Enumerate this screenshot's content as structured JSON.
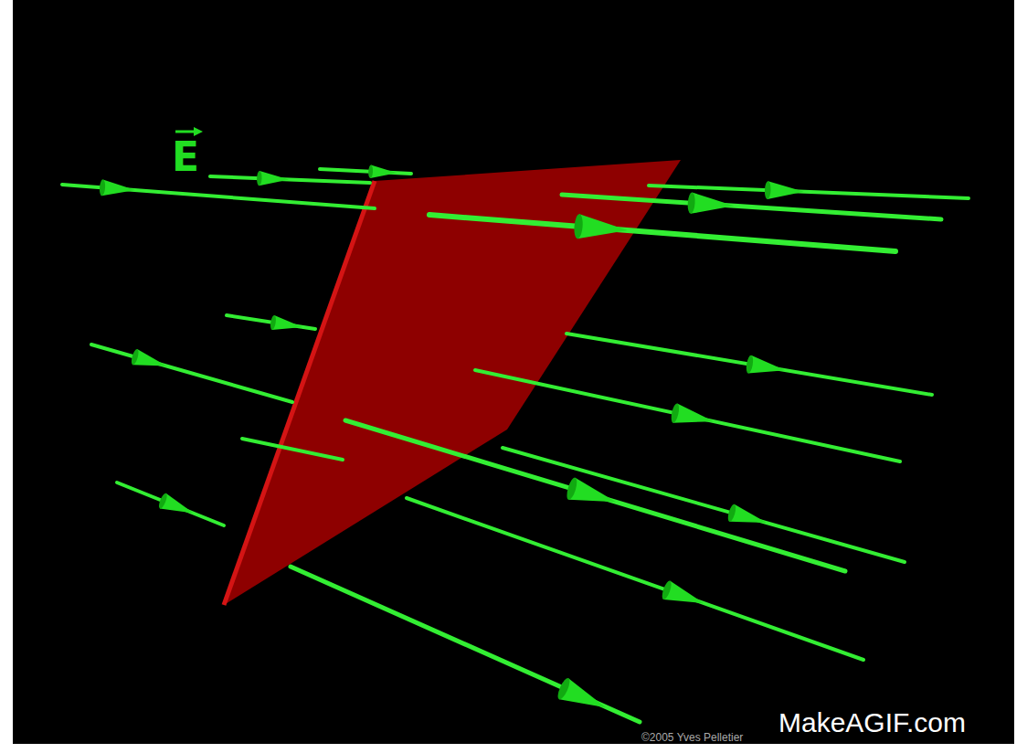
{
  "diagram": {
    "labels": [
      "E",
      "MakeAGIF.com",
      "©2005 Yves Pelletier"
    ]
  }
}
